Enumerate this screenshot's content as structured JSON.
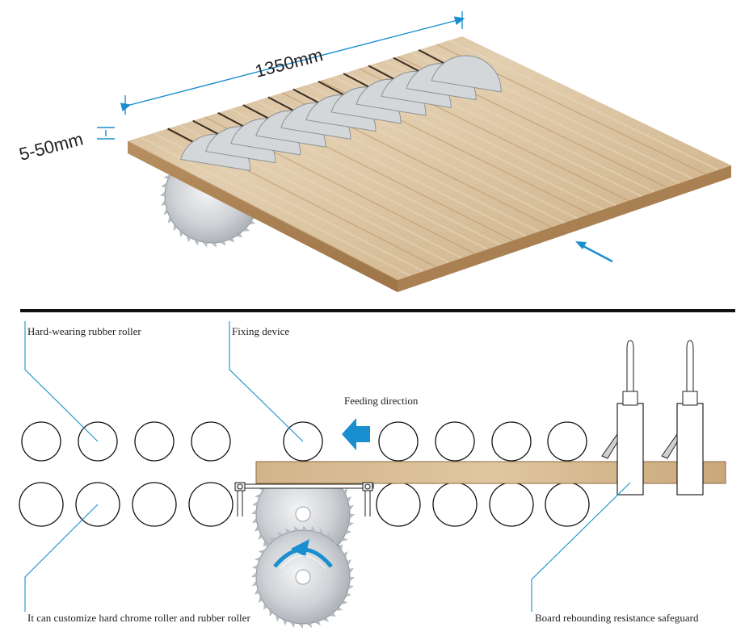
{
  "top": {
    "length_label": "1350mm",
    "thickness_label": "5-50mm"
  },
  "bottom": {
    "callouts": {
      "rubber_roller": "Hard-wearing rubber roller",
      "fixing_device": "Fixing device",
      "feeding_direction": "Feeding direction",
      "custom_roller": "It can customize hard chrome roller and rubber roller",
      "safeguard": "Board rebounding resistance safeguard"
    }
  },
  "colors": {
    "accent_blue": "#1a8fd0",
    "wood_light": "#d9c3a0",
    "wood_edge": "#b8956a",
    "blade_gray": "#c9ccd0",
    "divider": "#111111"
  },
  "icons": {
    "feed_arrow": "left-arrow-icon",
    "rotation_arrow": "curved-arrow-icon",
    "board_direction_arrow": "arrow-icon"
  }
}
